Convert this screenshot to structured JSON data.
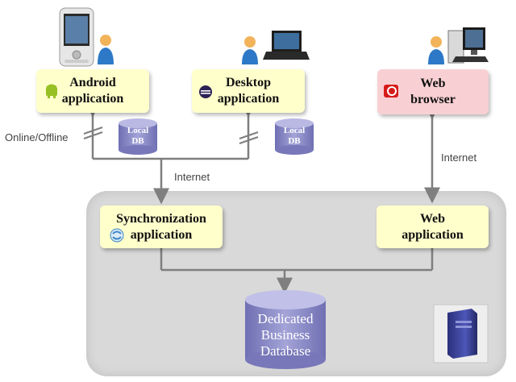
{
  "nodes": {
    "android": {
      "label": "Android\napplication"
    },
    "desktop": {
      "label": "Desktop\napplication"
    },
    "browser": {
      "label": "Web\nbrowser"
    },
    "sync": {
      "label": "Synchronization\napplication"
    },
    "webapp": {
      "label": "Web\napplication"
    }
  },
  "databases": {
    "local_db_1": "Local\nDB",
    "local_db_2": "Local\nDB",
    "dedicated": "Dedicated\nBusiness\nDatabase"
  },
  "edge_labels": {
    "online_offline": "Online/Offline",
    "internet_left": "Internet",
    "internet_right": "Internet"
  },
  "colors": {
    "box_fill": "#ffffcc",
    "browser_fill": "#f8d0d3",
    "server_area": "#d9d9d9",
    "db_fill": "#8c8cc6",
    "arrow": "#7f7f7f"
  }
}
